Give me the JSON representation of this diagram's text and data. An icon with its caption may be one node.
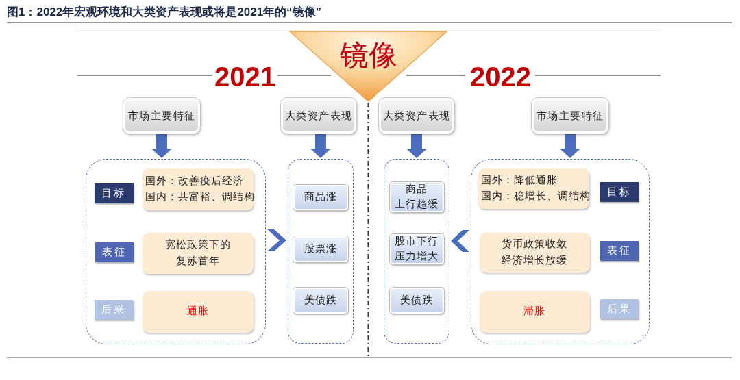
{
  "diagram": {
    "title": "图1：2022年宏观环境和大类资产表现或将是2021年的“镜像”",
    "nodes": [
      {
        "text": [
          "镜像"
        ]
      },
      {
        "text": [
          "市场主要特征"
        ]
      },
      {
        "text": [],
        "shape": "box"
      },
      {
        "text": [
          "目标"
        ],
        "in": 2
      },
      {
        "text": [
          "国外：改善疫后经济",
          "国内：共富裕、调结构"
        ],
        "in": 2
      },
      {
        "text": [
          "表征"
        ],
        "in": 2
      },
      {
        "text": [
          "宽松政策下的复苏首年"
        ],
        "in": 2
      },
      {
        "text": [
          "后果"
        ],
        "in": 2
      },
      {
        "text": [
          "通胀"
        ],
        "in": 2
      },
      {
        "text": [
          "大类资产表现"
        ]
      },
      {
        "text": [],
        "shape": "box"
      },
      {
        "text": [
          "商品涨"
        ],
        "in": 10
      },
      {
        "text": [
          "股票涨"
        ],
        "in": 10
      },
      {
        "text": [
          "美债跌"
        ],
        "in": 10
      },
      {
        "text": [
          "大类资产表现"
        ]
      },
      {
        "text": [],
        "shape": "box"
      },
      {
        "text": [
          "商品上行趋缓"
        ],
        "in": 15
      },
      {
        "text": [
          "股市下行压力增大"
        ],
        "in": 15
      },
      {
        "text": [
          "美债跌"
        ],
        "in": 15
      },
      {
        "text": [
          "市场主要特征"
        ]
      },
      {
        "text": [],
        "shape": "box"
      },
      {
        "text": [
          "国外：降低通胀",
          "国内：稳增长、调结构"
        ],
        "in": 20
      },
      {
        "text": [
          "目标"
        ],
        "in": 20
      },
      {
        "text": [
          "货币政策收敛经济增长放缓"
        ],
        "in": 20
      },
      {
        "text": [
          "表征"
        ],
        "in": 20
      },
      {
        "text": [
          "滞胀"
        ],
        "in": 20
      },
      {
        "text": [
          "后果"
        ],
        "in": 20
      }
    ],
    "edges": [
      {
        "from": 1,
        "to": 2,
        "arrow": "to"
      },
      {
        "from": 9,
        "to": 10,
        "arrow": "to"
      },
      {
        "from": 2,
        "to": 10,
        "arrow": "to"
      },
      {
        "from": 14,
        "to": 15,
        "arrow": "to"
      },
      {
        "from": 20,
        "to": 15,
        "arrow": "to"
      },
      {
        "from": 19,
        "to": 20,
        "arrow": "to"
      }
    ],
    "labels": [
      "2021",
      "2022"
    ]
  }
}
